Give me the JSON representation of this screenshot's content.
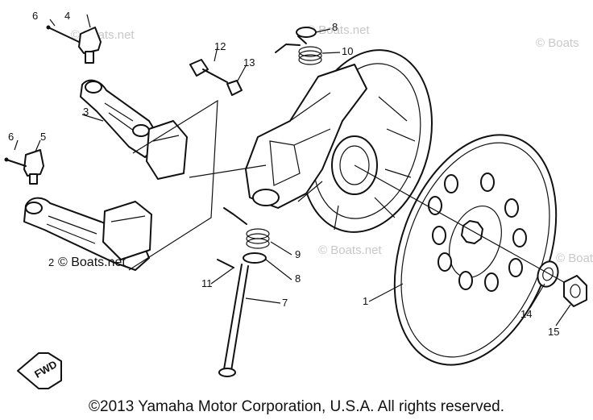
{
  "callouts": {
    "c1": "1",
    "c2": "2",
    "c3": "3",
    "c4": "4",
    "c5": "5",
    "c6a": "6",
    "c6b": "6",
    "c7": "7",
    "c8a": "8",
    "c8b": "8",
    "c9": "9",
    "c10": "10",
    "c11": "11",
    "c12": "12",
    "c13": "13",
    "c14": "14",
    "c15": "15"
  },
  "watermarks": {
    "w1": "© Boats.net",
    "w2": "© Boats.net",
    "w3": "© Boats",
    "w4": "© Boats.net",
    "w5": "© Boats.net",
    "w6": "© Boats"
  },
  "fwd_label": "FWD",
  "copyright": "©2013 Yamaha Motor Corporation, U.S.A. All rights reserved.",
  "colors": {
    "ink": "#111111",
    "watermark": "#c8c8c8",
    "background": "#ffffff"
  }
}
